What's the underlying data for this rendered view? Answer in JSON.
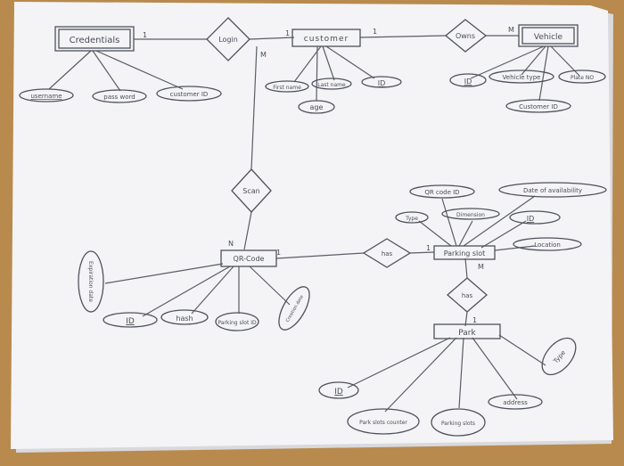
{
  "entities": {
    "credentials": "Credentials",
    "customer": "customer",
    "vehicle": "Vehicle",
    "qr_code": "QR-Code",
    "parking_slot": "Parking slot",
    "park": "Park"
  },
  "relationships": {
    "login": "Login",
    "owns": "Owns",
    "scan": "Scan",
    "has_qr": "has",
    "has_park": "has"
  },
  "attributes": {
    "credentials": [
      "username",
      "pass word",
      "customer ID"
    ],
    "customer": [
      "First name",
      "Last name",
      "ID",
      "age"
    ],
    "vehicle": [
      "ID",
      "Vehicle type",
      "Plate NO",
      "Customer ID"
    ],
    "parking_slot": [
      "QR code ID",
      "Date of availability",
      "Type",
      "Dimension",
      "ID",
      "Location"
    ],
    "qr_code": [
      "Expiration date",
      "ID",
      "hash",
      "Parking slot ID",
      "Creation date"
    ],
    "park": [
      "ID",
      "Park slots counter",
      "Parking slots",
      "address",
      "Type"
    ]
  },
  "cardinalities": {
    "credentials_login": "1",
    "login_customer": "1",
    "customer_owns": "1",
    "owns_vehicle": "M",
    "customer_scan": "M",
    "scan_qr": "N",
    "qr_has": "1",
    "has_parking_slot": "1",
    "parking_slot_has": "M",
    "has_park": "1"
  },
  "colors": {
    "paper": "#f4f4f6",
    "ink": "#4a4d57",
    "table": "#b88a4e"
  }
}
